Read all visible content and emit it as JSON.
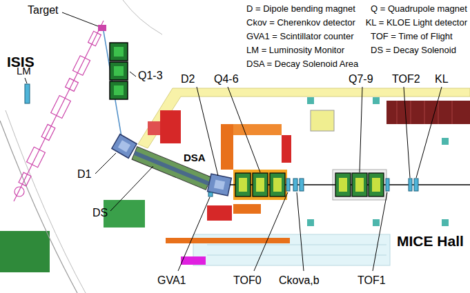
{
  "diagram": {
    "labels": [
      "Target",
      "D = Dipole bending magnet",
      "Q = Quadrupole magnet",
      "Ckov = Cherenkov detector",
      "KL = KLOE Light detector",
      "GVA1 = Scintillator counter",
      "TOF = Time of Flight",
      "LM = Luminosity Monitor",
      "DS = Decay Solenoid",
      "DSA = Decay Solenoid Area",
      "ISIS",
      "LM",
      "Q1-3",
      "D2",
      "Q4-6",
      "Q7-9",
      "TOF2",
      "KL",
      "D1",
      "DSA",
      "DS",
      "MICE Hall",
      "GVA1",
      "TOF0",
      "Ckova,b",
      "TOF1"
    ]
  }
}
